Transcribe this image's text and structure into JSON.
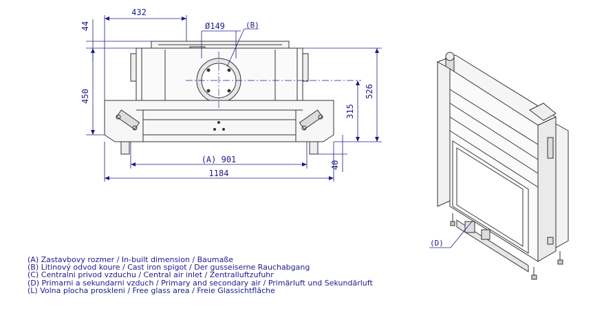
{
  "dimensions": {
    "width_top": "432",
    "height_top": "44",
    "diameter": "Ø149",
    "height_main": "450",
    "height_spigot": "315",
    "height_total": "526",
    "base_offset": "40",
    "width_inbuilt": "(A) 901",
    "width_total": "1184"
  },
  "callouts": {
    "b": "(B)",
    "d": "(D)"
  },
  "legend": [
    "(A)  Zastavbovy rozmer / In-built dimension / Baumaße",
    "(B)  Litinový odvod koure / Cast iron spigot / Der gusseiserne Rauchabgang",
    "(C)  Centralni privod vzduchu / Central air inlet / Zentralluftzufuhr",
    "(D)  Primarni a sekundarni vzduch / Primary and secondary air / Primärluft und Sekundärluft",
    "(L)  Volna plocha proskleni / Free glass area / Freie Glassichtfläche"
  ],
  "colors": {
    "dimension": "#1a1a8c",
    "outline": "#333333"
  }
}
